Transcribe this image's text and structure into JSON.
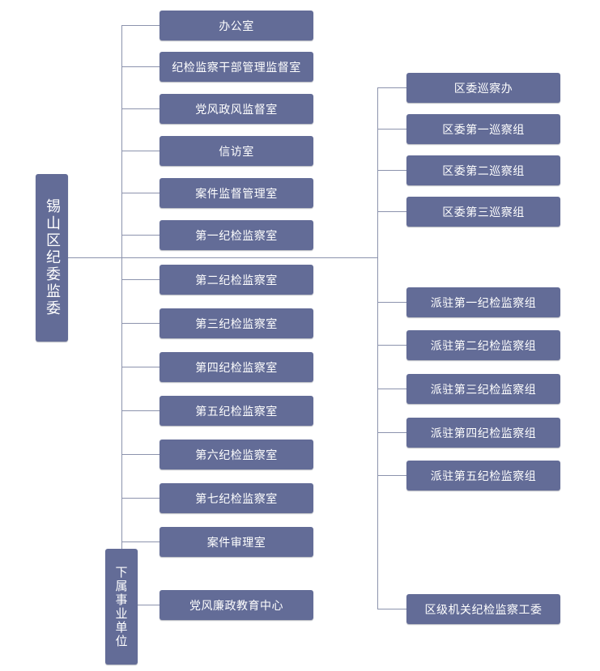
{
  "root": {
    "label": "锡山区纪委监委"
  },
  "subsidiary": {
    "label": "下属事业单位"
  },
  "left_units": [
    "办公室",
    "纪检监察干部管理监督室",
    "党风政风监督室",
    "信访室",
    "案件监督管理室",
    "第一纪检监察室",
    "第二纪检监察室",
    "第三纪检监察室",
    "第四纪检监察室",
    "第五纪检监察室",
    "第六纪检监察室",
    "第七纪检监察室",
    "案件审理室"
  ],
  "subsidiary_units": [
    "党风廉政教育中心"
  ],
  "right_units": [
    "区委巡察办",
    "区委第一巡察组",
    "区委第二巡察组",
    "区委第三巡察组",
    "派驻第一纪检监察组",
    "派驻第二纪检监察组",
    "派驻第三纪检监察组",
    "派驻第四纪检监察组",
    "派驻第五纪检监察组",
    "区级机关纪检监察工委"
  ],
  "colors": {
    "box_fill": "#636c97",
    "box_text": "#ffffff",
    "connector_line": "#8c93ad"
  }
}
